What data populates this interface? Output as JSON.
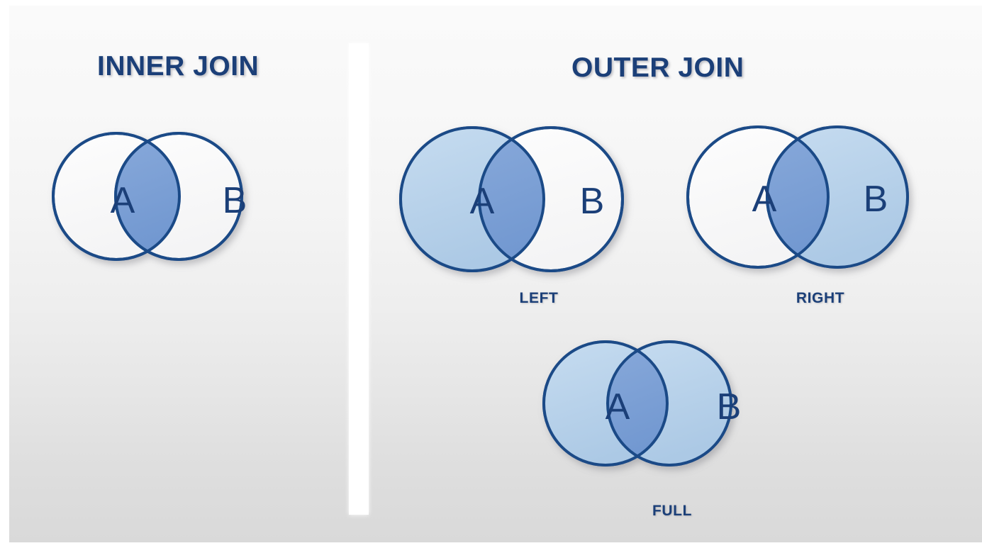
{
  "slide": {
    "background_top_color": "#fafafa",
    "background_bottom_color": "#d9d9d9",
    "divider_color": "#ffffff"
  },
  "palette": {
    "stroke": "#1b4a87",
    "fill_light": "#b8d2ea",
    "fill_intersection": "#7ba0d6",
    "text_navy": "#1b3f78",
    "empty_fill": "#fbfbfb"
  },
  "headings": {
    "inner": "INNER JOIN",
    "outer": "OUTER JOIN"
  },
  "diagrams": [
    {
      "id": "inner-join",
      "caption": "",
      "left_label": "A",
      "right_label": "B",
      "left_filled": false,
      "right_filled": false,
      "intersection_filled": true
    },
    {
      "id": "left-outer-join",
      "caption": "LEFT",
      "left_label": "A",
      "right_label": "B",
      "left_filled": true,
      "right_filled": false,
      "intersection_filled": true
    },
    {
      "id": "right-outer-join",
      "caption": "RIGHT",
      "left_label": "A",
      "right_label": "B",
      "left_filled": false,
      "right_filled": true,
      "intersection_filled": true
    },
    {
      "id": "full-outer-join",
      "caption": "FULL",
      "left_label": "A",
      "right_label": "B",
      "left_filled": true,
      "right_filled": true,
      "intersection_filled": true
    }
  ]
}
